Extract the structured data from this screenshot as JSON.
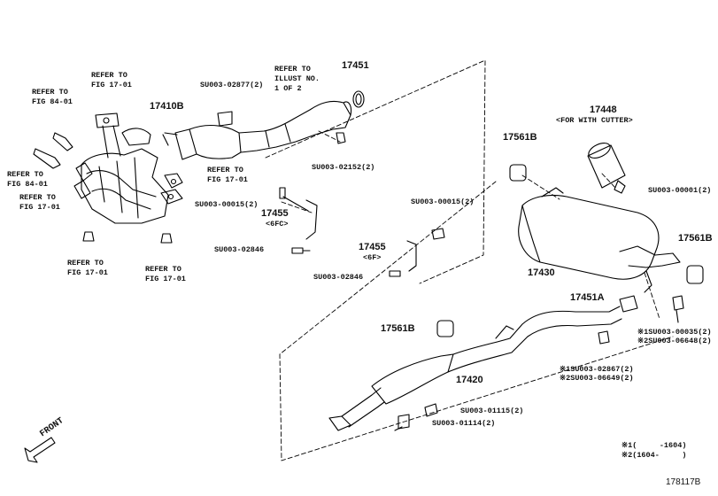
{
  "part_numbers": {
    "p17410B": "17410B",
    "p17451_top": "17451",
    "p17455_6fc": "17455",
    "p17455_6f": "17455",
    "p17448": "17448",
    "p17561B_left": "17561B",
    "p17561B_right": "17561B",
    "p17561B_mid": "17561B",
    "p17430": "17430",
    "p17451A": "17451A",
    "p17420": "17420"
  },
  "sub_labels": {
    "for_with_cutter": "<FOR WITH CUTTER>",
    "sub_6fc": "<6FC>",
    "sub_6f": "<6F>"
  },
  "bolts": {
    "su02877": "SU003-02877(2)",
    "su02152": "SU003-02152(2)",
    "su00015_left": "SU003-00015(2)",
    "su00015_right": "SU003-00015(2)",
    "su02846_a": "SU003-02846",
    "su02846_b": "SU003-02846",
    "su00001": "SU003-00001(2)",
    "su00035": "※1SU003-00035(2)",
    "su06648": "※2SU003-06648(2)",
    "su02867": "※1SU003-02867(2)",
    "su06649": "※2SU003-06649(2)",
    "su01115": "SU003-01115(2)",
    "su01114": "SU003-01114(2)"
  },
  "refs": {
    "refer_to_1": "REFER TO",
    "fig_17_01_a": "FIG 17-01",
    "refer_to_2": "REFER TO",
    "fig_84_01_a": "FIG 84-01",
    "refer_to_3": "REFER TO",
    "fig_84_01_b": "FIG 84-01",
    "refer_to_4": "REFER TO",
    "fig_17_01_b": "FIG 17-01",
    "refer_to_5": "REFER TO",
    "fig_17_01_c": "FIG 17-01",
    "refer_to_6": "REFER TO",
    "fig_17_01_d": "FIG 17-01",
    "refer_to_7": "REFER TO",
    "fig_17_01_e": "FIG 17-01",
    "illust_refer": "REFER TO",
    "illust_no": "ILLUST NO.",
    "illust_of": "1 OF 2"
  },
  "notes": {
    "note1": "※1(     -1604)",
    "note2": "※2(1604-     )"
  },
  "front_label": "FRONT",
  "figure_id": "178117B"
}
